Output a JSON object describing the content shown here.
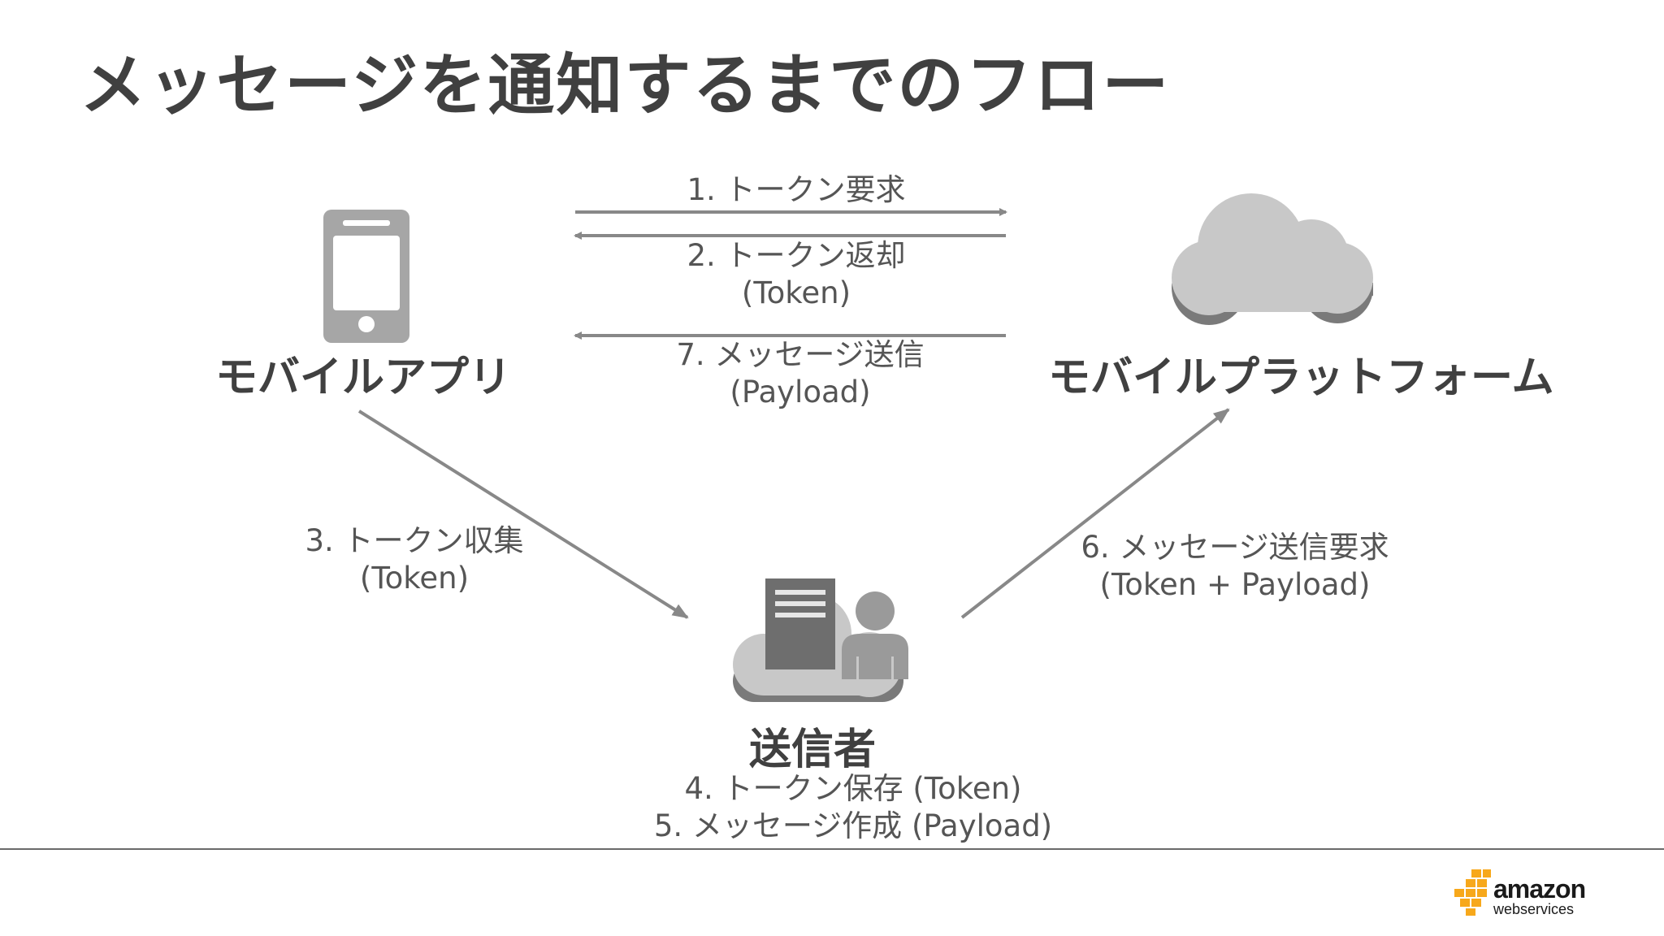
{
  "title": "メッセージを通知するまでのフロー",
  "nodes": {
    "mobile_app": "モバイルアプリ",
    "mobile_platform": "モバイルプラットフォーム",
    "sender": "送信者"
  },
  "steps": {
    "step1": "1. トークン要求",
    "step2": "2. トークン返却",
    "step2_sub": "(Token)",
    "step7": "7. メッセージ送信",
    "step7_sub": "(Payload)",
    "step3": "3. トークン収集",
    "step3_sub": "(Token)",
    "step6": "6. メッセージ送信要求",
    "step6_sub": "(Token + Payload)",
    "step4": "4. トークン保存 (Token)",
    "step5": "5. メッセージ作成 (Payload)"
  },
  "logo": {
    "word": "amazon",
    "sub": "webservices"
  },
  "colors": {
    "text": "#404040",
    "arrow": "#888888",
    "icon": "#a6a6a6",
    "cloud": "#c8c8c8"
  }
}
